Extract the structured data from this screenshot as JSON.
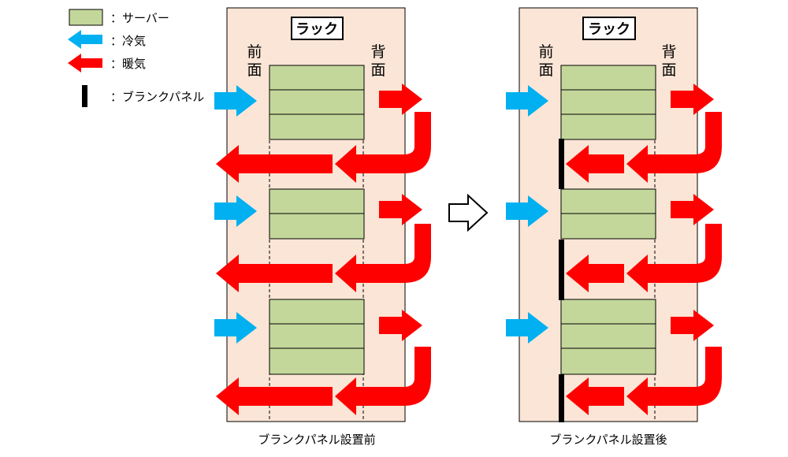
{
  "legend": [
    {
      "kind": "server",
      "label": "：サーバー",
      "color": "#c4d79b"
    },
    {
      "kind": "cold",
      "label": "：冷気",
      "color": "#00b0f0"
    },
    {
      "kind": "hot",
      "label": "：暖気",
      "color": "#ff0000"
    },
    {
      "kind": "panel",
      "label": "：ブランクパネル",
      "color": "#000000"
    }
  ],
  "colors": {
    "rack_fill": "#fbe5d6",
    "server_fill": "#c4d79b",
    "cold_air": "#00b0f0",
    "hot_air": "#ff0000",
    "blank_panel": "#000000"
  },
  "diagrams": [
    {
      "rack_label": "ラック",
      "front_label": [
        "前",
        "面"
      ],
      "back_label": [
        "背",
        "面"
      ],
      "caption": "ブランクパネル設置前",
      "has_blank_panels": false
    },
    {
      "rack_label": "ラック",
      "front_label": [
        "前",
        "面"
      ],
      "back_label": [
        "背",
        "面"
      ],
      "caption": "ブランクパネル設置後",
      "has_blank_panels": true
    }
  ],
  "server_groups": [
    {
      "units": 3
    },
    {
      "units": 2
    },
    {
      "units": 3
    }
  ],
  "transition_icon": "outline-right-arrow-icon"
}
